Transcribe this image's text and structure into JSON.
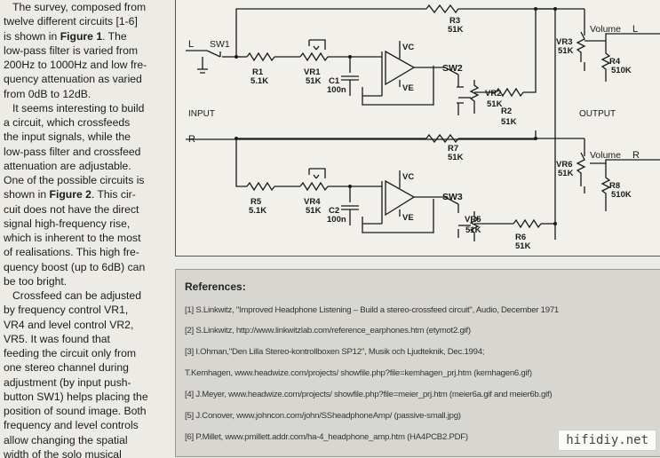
{
  "article": {
    "p1": [
      "The survey, composed from",
      "twelve different circuits [1-6]",
      "is shown in ",
      "Figure 1",
      ". The",
      "low-pass filter is varied from",
      "200Hz to 1000Hz and low fre-",
      "quency attenuation as varied",
      "from 0dB to 12dB."
    ],
    "p2": [
      "It seems interesting to build",
      "a circuit, which crossfeeds",
      "the input signals, while the",
      "low-pass filter and crossfeed",
      "attenuation are adjustable.",
      "One of the possible circuits is",
      "shown in ",
      "Figure 2",
      ". This cir-",
      "cuit does not have the direct",
      "signal high-frequency rise,",
      "which is inherent to the most",
      "of realisations. This high fre-",
      "quency boost (up to 6dB) can",
      "be too bright."
    ],
    "p3": [
      "Crossfeed can be adjusted",
      "by frequency control VR1,",
      "VR4 and level control VR2,",
      "VR5. It was found that",
      "feeding the circuit only from",
      "one stereo channel during",
      "adjustment (by input push-",
      "button SW1) helps placing the",
      "position of sound image. Both",
      "frequency and level controls",
      "allow changing the spatial",
      "width of the solo musical"
    ]
  },
  "schematic": {
    "labels": {
      "L_in": "L",
      "R_in": "R",
      "sw1": "SW1",
      "input": "INPUT",
      "output": "OUTPUT",
      "r1": "R1",
      "r1v": "5.1K",
      "vr1": "VR1",
      "vr1v": "51K",
      "c1": "C1",
      "c1v": "100n",
      "vc1": "VC",
      "ve1": "VE",
      "sw2": "SW2",
      "vr2": "VR2",
      "vr2v": "51K",
      "r2": "R2",
      "r2v": "51K",
      "r3": "R3",
      "r3v": "51K",
      "vr3": "VR3",
      "vr3v": "51K",
      "r4": "R4",
      "r4v": "510K",
      "vol1": "Volume",
      "L_out": "L",
      "r5": "R5",
      "r5v": "5.1K",
      "vr4": "VR4",
      "vr4v": "51K",
      "c2": "C2",
      "c2v": "100n",
      "vc2": "VC",
      "ve2": "VE",
      "sw3": "SW3",
      "vr5": "VR5",
      "vr5v": "51K",
      "r6": "R6",
      "r6v": "51K",
      "r7": "R7",
      "r7v": "51K",
      "vr6": "VR6",
      "vr6v": "51K",
      "r8": "R8",
      "r8v": "510K",
      "vol2": "Volume",
      "R_out": "R"
    }
  },
  "references": {
    "title": "References:",
    "items": [
      "[1] S.Linkwitz, \"Improved Headphone Listening – Build a stereo-crossfeed circuit\", Audio, December 1971",
      "[2] S.Linkwitz, http://www.linkwitzlab.com/reference_earphones.htm (etymot2.gif)",
      "[3] I.Ohman,\"Den Lilla Stereo-kontrollboxen SP12\", Musik och Ljudteknik, Dec.1994;",
      "T.Kemhagen, www.headwize.com/projects/ showfile.php?file=kemhagen_prj.htm (kemhagen6.gif)",
      "[4] J.Meyer, www.headwize.com/projects/ showfile.php?file=meier_prj.htm (meier6a.gif and meier6b.gif)",
      "[5] J.Conover, www.johncon.com/john/SSheadphoneAmp/ (passive-small.jpg)",
      "[6] P.Millet, www.pmillett.addr.com/ha-4_headphone_amp.htm (HA4PCB2.PDF)"
    ]
  },
  "watermark": "hifidiy.net"
}
